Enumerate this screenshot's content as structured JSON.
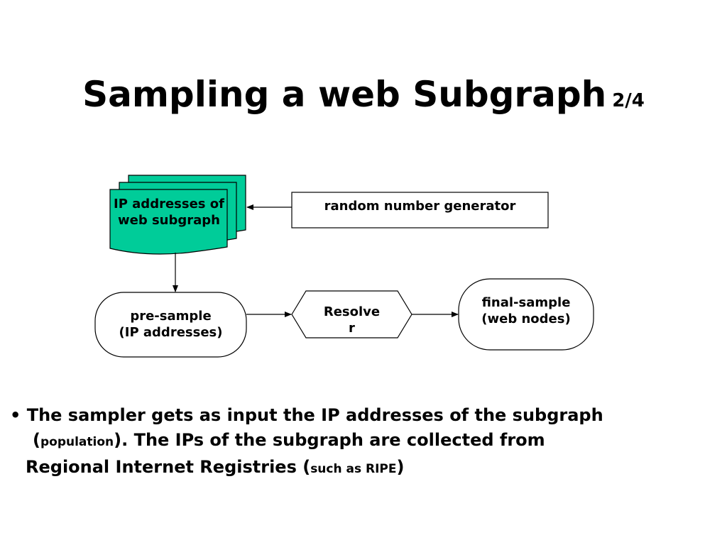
{
  "title": {
    "main": "Sampling a web Subgraph",
    "page": "2/4"
  },
  "diagram": {
    "ip_addresses": "IP addresses of web subgraph",
    "rng": "random number generator",
    "pre_sample_line1": "pre-sample",
    "pre_sample_line2": "(IP addresses)",
    "resolver_line1": "Resolve",
    "resolver_line2": "r",
    "final_sample_line1": "final-sample",
    "final_sample_line2": "(web nodes)",
    "colors": {
      "document_fill": "#00CC99",
      "stroke": "#000000"
    }
  },
  "bullet": {
    "mark": "•",
    "part1": "The sampler gets as input the IP addresses of the subgraph",
    "paren_open": "(",
    "population": "population",
    "part2": "). The IPs of the subgraph are collected from",
    "part3": "Regional Internet Registries (",
    "such_as": "such as RIPE",
    "paren_close": ")"
  }
}
